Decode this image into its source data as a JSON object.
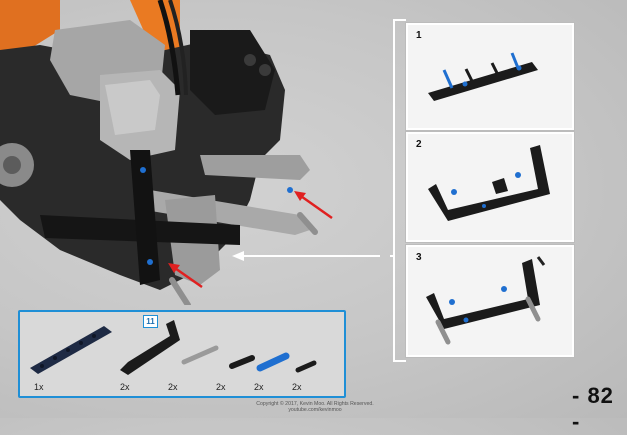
{
  "callouts": [
    {
      "number": "1"
    },
    {
      "number": "2"
    },
    {
      "number": "3"
    }
  ],
  "parts": {
    "submodel_badge": "11",
    "quantities": [
      "1x",
      "2x",
      "2x",
      "2x",
      "2x",
      "2x"
    ]
  },
  "copyright": {
    "line1": "Copyright © 2017, Kevin Moo. All Rights Reserved.",
    "line2": "youtube.com/kevinmoo"
  },
  "page_number": "- 82 -",
  "colors": {
    "part_black": "#1b1b1b",
    "part_blue": "#1f6fd0",
    "part_gray": "#9a9a9a",
    "part_dark_blue": "#1e2a44",
    "highlight_red": "#e02020",
    "frame_blue": "#1f8fd6"
  }
}
